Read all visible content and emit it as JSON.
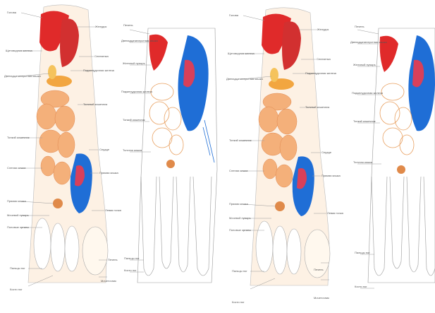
{
  "panels": [
    {
      "left_labels": [
        "Голова",
        "Щитовидная железа",
        "Двенадцатиперстная кишка",
        "Тонкий кишечник",
        "Слепая кишка",
        "Прямая кишка",
        "Мочевой пузырь",
        "Половые органы",
        "Пальцы ног",
        "Кости ног"
      ],
      "right_labels": [
        "Желудок",
        "Селезенка",
        "Поджелудочная железа",
        "Толстый кишечник",
        "Сердце",
        "Прямая кишка",
        "Левая почка",
        "Печень",
        "Мочеточник"
      ]
    },
    {
      "left_labels": [
        "Печень",
        "Двенадцатиперстная кишка",
        "Желчный пузырь",
        "Поджелудочная железа",
        "Тонкий кишечник",
        "Толстая кишка",
        "Пальцы ног",
        "Кости ног"
      ],
      "right_labels": []
    },
    {
      "left_labels": [
        "Голова",
        "Щитовидная железа",
        "Двенадцатиперстная кишка",
        "Тонкий кишечник",
        "Слепая кишка",
        "Прямая кишка",
        "Мочевой пузырь",
        "Половые органы",
        "Пальцы ног",
        "Кости ног"
      ],
      "right_labels": [
        "Желудок",
        "Селезенка",
        "Поджелудочная железа",
        "Толстый кишечник",
        "Сердце",
        "Прямая кишка",
        "Левая почка",
        "Печень",
        "Мочеточник"
      ]
    },
    {
      "left_labels": [
        "Печень",
        "Двенадцатиперстная кишка",
        "Желчный пузырь",
        "Поджелудочная железа",
        "Тонкий кишечник",
        "Толстая кишка",
        "Пальцы ног",
        "Кости ног"
      ],
      "right_labels": []
    }
  ]
}
